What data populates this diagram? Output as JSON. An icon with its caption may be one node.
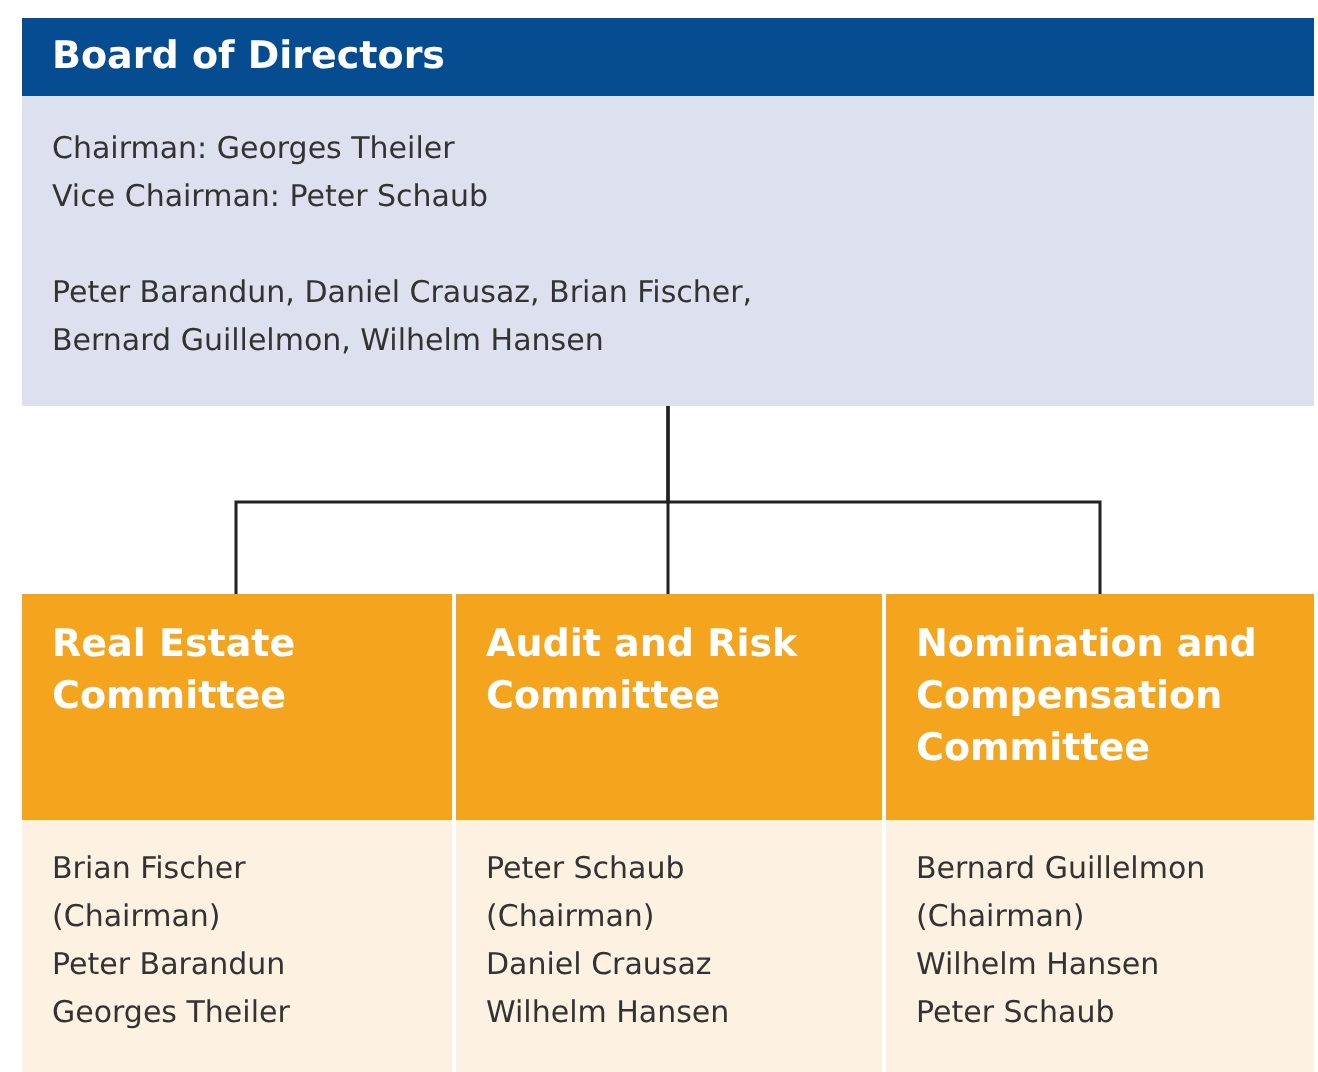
{
  "diagram": {
    "nodes": [
      {
        "text": [
          "Board of Directors",
          "Chairman: Georges Theiler",
          "Vice Chairman: Peter Schaub",
          "Peter Barandun, Daniel Crausaz, Brian Fischer, Bernard Guillelmon, Wilhelm Hansen"
        ]
      },
      {
        "text": [
          "Real Estate Committee",
          "Brian Fischer (Chairman)",
          "Peter Barandun",
          "Georges Theiler"
        ]
      },
      {
        "text": [
          "Audit and Risk Committee",
          "Peter Schaub (Chairman)",
          "Daniel Crausaz",
          "Wilhelm Hansen"
        ]
      },
      {
        "text": [
          "Nomination and Compensation Committee",
          "Bernard Guillelmon (Chairman)",
          "Wilhelm Hansen",
          "Peter Schaub"
        ]
      }
    ],
    "edges": [
      {
        "from": 0,
        "to": 1,
        "arrow": "none"
      },
      {
        "from": 0,
        "to": 2,
        "arrow": "none"
      },
      {
        "from": 0,
        "to": 3,
        "arrow": "none"
      }
    ]
  }
}
